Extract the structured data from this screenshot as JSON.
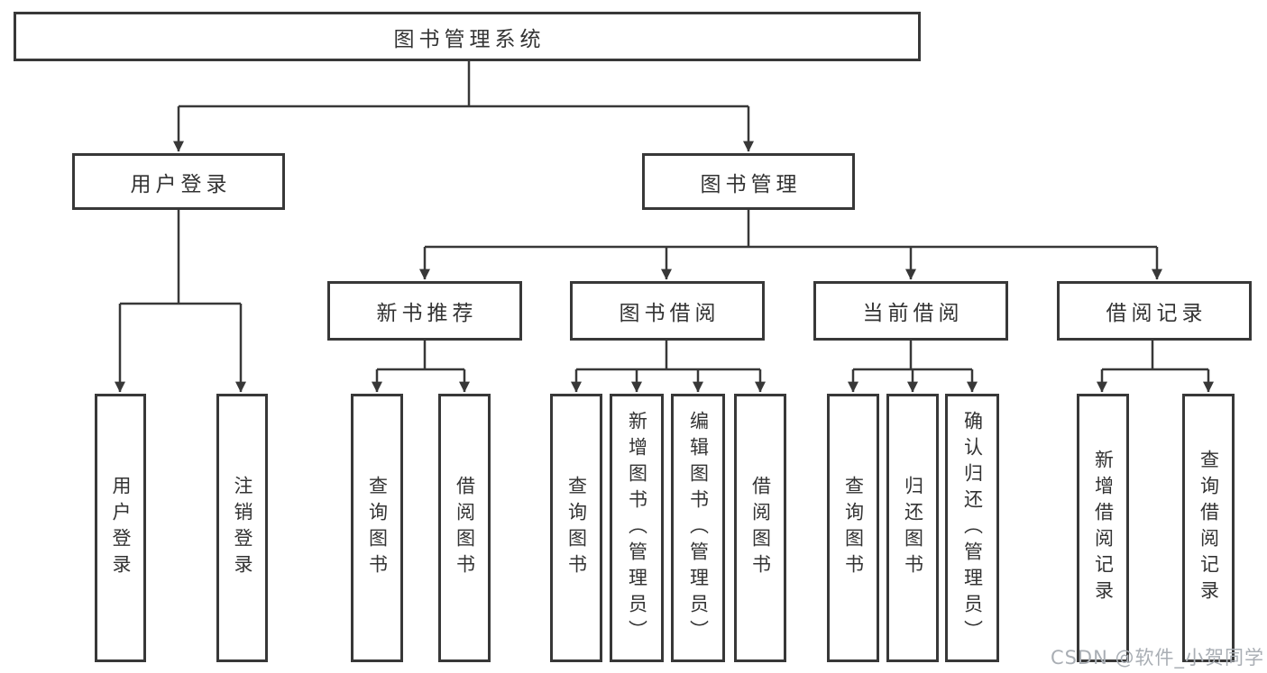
{
  "diagram": {
    "root": {
      "label": "图书管理系统"
    },
    "branches": [
      {
        "label": "用户登录",
        "children": [
          {
            "label": "用户登录"
          },
          {
            "label": "注销登录"
          }
        ]
      },
      {
        "label": "图书管理",
        "children": [
          {
            "label": "新书推荐",
            "children": [
              {
                "label": "查询图书"
              },
              {
                "label": "借阅图书"
              }
            ]
          },
          {
            "label": "图书借阅",
            "children": [
              {
                "label": "查询图书"
              },
              {
                "label": "新增图书（管理员）"
              },
              {
                "label": "编辑图书（管理员）"
              },
              {
                "label": "借阅图书"
              }
            ]
          },
          {
            "label": "当前借阅",
            "children": [
              {
                "label": "查询图书"
              },
              {
                "label": "归还图书"
              },
              {
                "label": "确认归还（管理员）"
              }
            ]
          },
          {
            "label": "借阅记录",
            "children": [
              {
                "label": "新增借阅记录"
              },
              {
                "label": "查询借阅记录"
              }
            ]
          }
        ]
      }
    ],
    "colors": {
      "line": "#383838",
      "box_border": "#383838",
      "text": "#333333",
      "background": "#ffffff",
      "watermark": "#a9aeb4"
    }
  },
  "watermark": {
    "text": "CSDN @软件_小贺同学"
  }
}
